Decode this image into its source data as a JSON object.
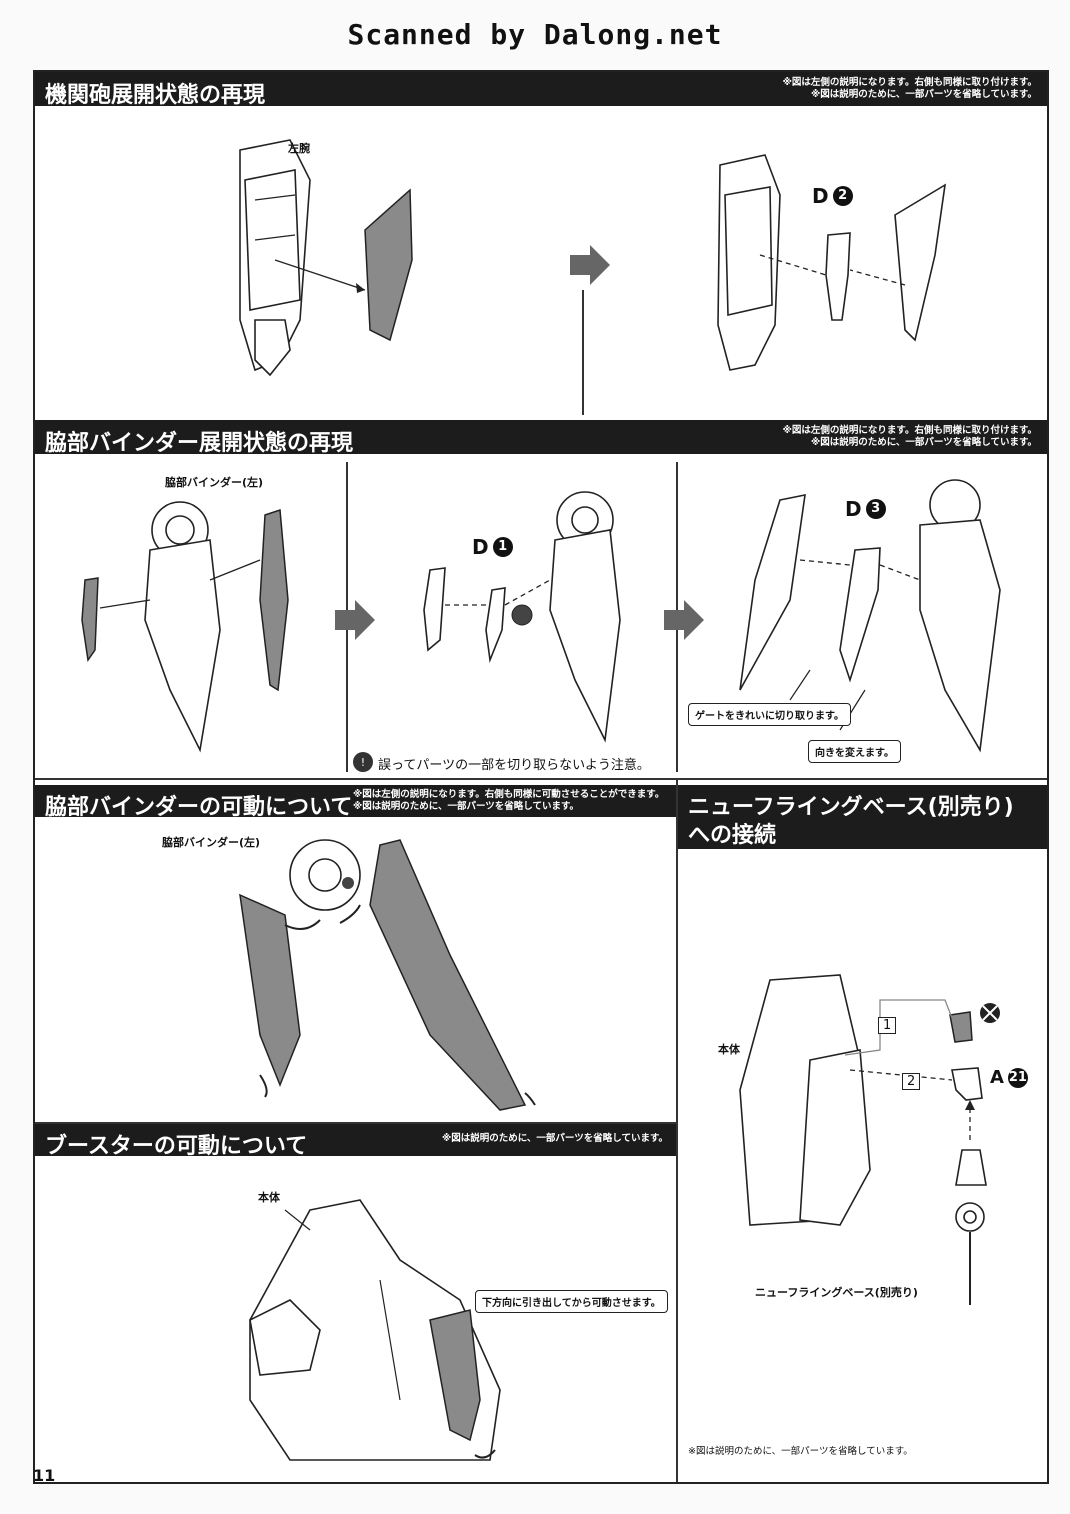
{
  "scan_credit": "Scanned by Dalong.net",
  "sections": {
    "gun": {
      "title": "機関砲展開状態の再現",
      "notes": [
        "※図は左側の説明になります。右側も同様に取り付けます。",
        "※図は説明のために、一部パーツを省略しています。"
      ],
      "label_left_arm": "左腕",
      "part_tag_letter": "D",
      "part_tag_num": "2"
    },
    "binder_deploy": {
      "title": "脇部バインダー展開状態の再現",
      "notes": [
        "※図は左側の説明になります。右側も同様に取り付けます。",
        "※図は説明のために、一部パーツを省略しています。"
      ],
      "label_binder": "脇部バインダー(左)",
      "tag1_letter": "D",
      "tag1_num": "1",
      "tag2_letter": "D",
      "tag2_num": "3",
      "callout_gate": "ゲートをきれいに切り取ります。",
      "callout_direction": "向きを変えます。",
      "warning": "誤ってパーツの一部を切り取らないよう注意。"
    },
    "binder_move": {
      "title": "脇部バインダーの可動について",
      "notes": [
        "※図は左側の説明になります。右側も同様に可動させることができます。",
        "※図は説明のために、一部パーツを省略しています。"
      ],
      "label_binder": "脇部バインダー(左)"
    },
    "booster": {
      "title": "ブースターの可動について",
      "note": "※図は説明のために、一部パーツを省略しています。",
      "label_body": "本体",
      "callout": "下方向に引き出してから可動させます。"
    },
    "flying_base": {
      "title_line1": "ニューフライングベース(別売り)",
      "title_line2": "への接続",
      "label_body": "本体",
      "step1": "1",
      "step2": "2",
      "part_letter": "A",
      "part_num": "21",
      "label_base": "ニューフライングベース(別売り)",
      "footnote": "※図は説明のために、一部パーツを省略しています。"
    }
  },
  "page_number": "11"
}
